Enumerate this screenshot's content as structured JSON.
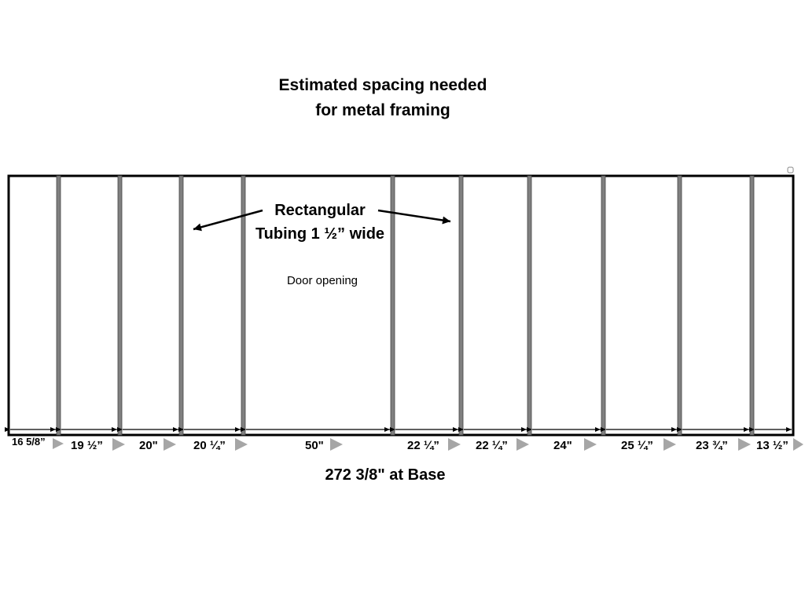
{
  "title": {
    "line1": "Estimated spacing needed",
    "line2": "for metal framing"
  },
  "callout": {
    "line1": "Rectangular",
    "line2": "Tubing 1 ½” wide"
  },
  "door_label": "Door opening",
  "base_total": "272 3/8\" at Base",
  "spacings": [
    {
      "label": "16 5/8”"
    },
    {
      "label": "19  ½”"
    },
    {
      "label": "20\""
    },
    {
      "label": "20  ¼”"
    },
    {
      "label": "50\""
    },
    {
      "label": "22  ¼”"
    },
    {
      "label": "22  ¼”"
    },
    {
      "label": "24\""
    },
    {
      "label": "25  ¼”"
    },
    {
      "label": "23  ¾”"
    },
    {
      "label": "13 ½”"
    }
  ],
  "colors": {
    "outline": "#000000",
    "tubing": "#808080",
    "triangle": "#a6a6a6"
  }
}
